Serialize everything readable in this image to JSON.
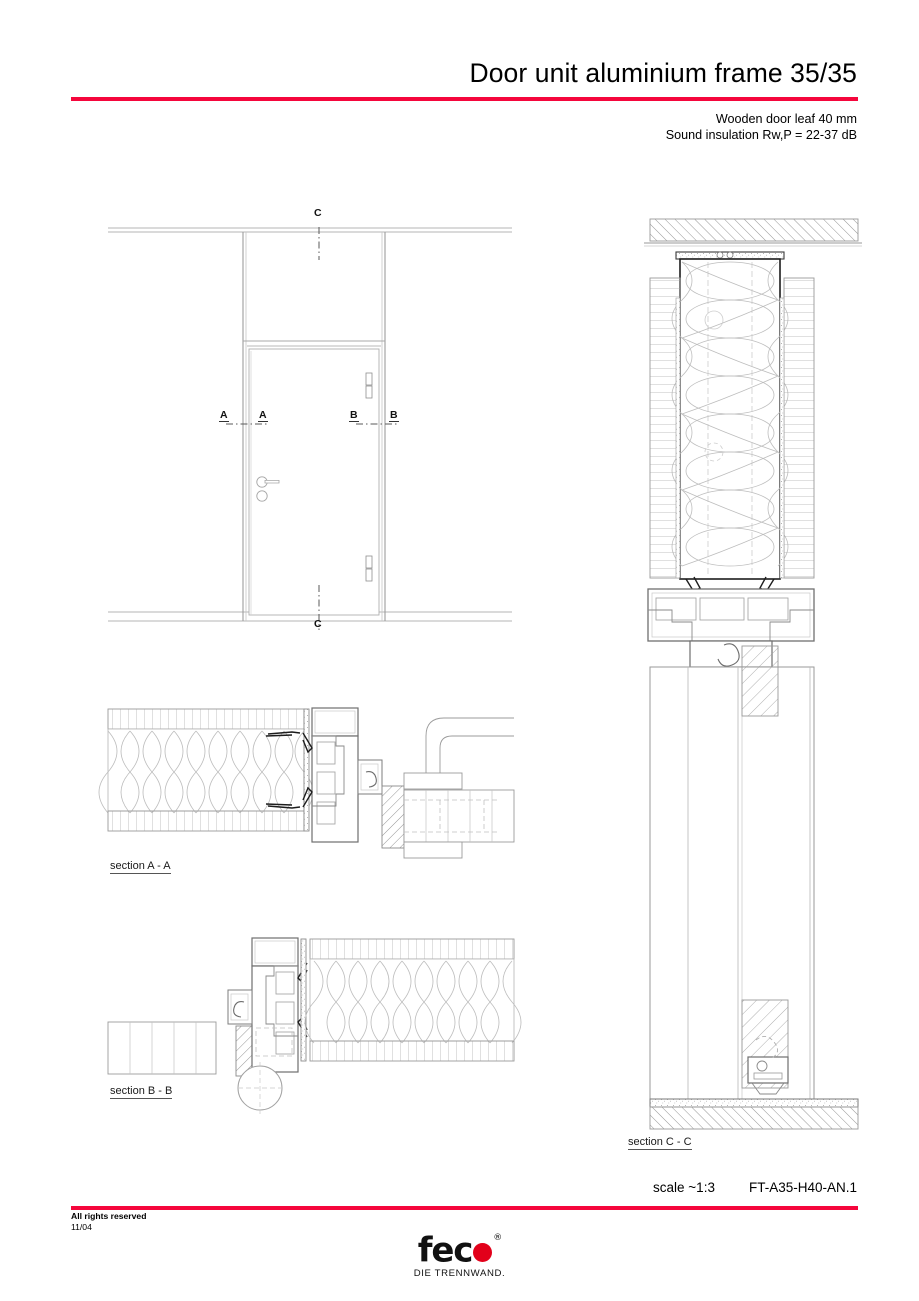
{
  "header": {
    "title": "Door unit aluminium frame 35/35",
    "subtitle_line1": "Wooden door leaf 40 mm",
    "subtitle_line2": "Sound insulation Rw,P = 22-37 dB",
    "accent_color": "#f5063c"
  },
  "drawing": {
    "elevation": {
      "section_marks": [
        {
          "id": "mark-c-top",
          "label": "C"
        },
        {
          "id": "mark-c-bottom",
          "label": "C"
        },
        {
          "id": "mark-a-left",
          "label": "A"
        },
        {
          "id": "mark-a-right",
          "label": "A"
        },
        {
          "id": "mark-b-left",
          "label": "B"
        },
        {
          "id": "mark-b-right",
          "label": "B"
        }
      ]
    },
    "section_labels": {
      "a": "section A - A",
      "b": "section B - B",
      "c": "section C - C"
    },
    "line_color": "#9a9a9a",
    "dark_line_color": "#1a1a1a"
  },
  "footer": {
    "scale": "scale ~1:3",
    "drawing_number": "FT-A35-H40-AN.1",
    "rights": "All rights reserved",
    "date": "11/04",
    "logo_word": "fec",
    "logo_registered": "®",
    "logo_tagline": "DIE TRENNWAND.",
    "logo_dot_color": "#e2001a",
    "accent_color": "#f5063c"
  }
}
